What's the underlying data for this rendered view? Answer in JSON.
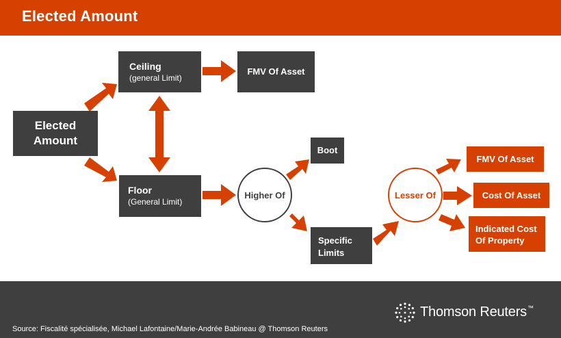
{
  "header": {
    "title": "Elected Amount"
  },
  "nodes": {
    "elected_amount": "Elected Amount",
    "ceiling": {
      "title": "Ceiling",
      "subtitle": "(general Limit)"
    },
    "fmv_top": "FMV Of Asset",
    "floor": {
      "title": "Floor",
      "subtitle": "(General Limit)"
    },
    "higher_of": "Higher Of",
    "boot": "Boot",
    "specific_limits": "Specific Limits",
    "lesser_of": "Lesser Of",
    "fmv_right": "FMV Of Asset",
    "cost_of_asset": "Cost Of Asset",
    "indicated_cost": "Indicated Cost Of Property"
  },
  "footer": {
    "source": "Source: Fiscalité spécialisée, Michael Lafontaine/Marie-Andrée Babineau @ Thomson Reuters",
    "brand": "Thomson Reuters",
    "trademark": "™"
  },
  "colors": {
    "accent": "#d64000",
    "dark": "#3f3f3f",
    "white": "#ffffff"
  }
}
